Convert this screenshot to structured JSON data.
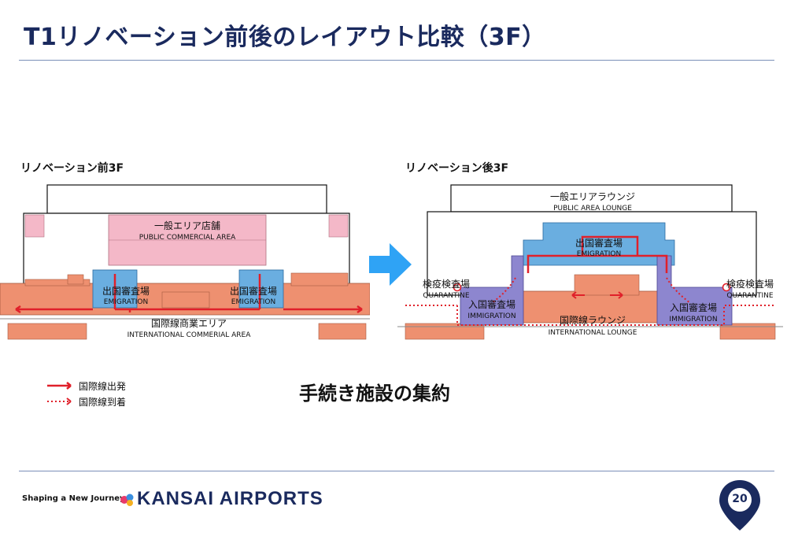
{
  "title": "T1リノベーション前後のレイアウト比較（3F）",
  "before": {
    "caption": "リノベーション前3F",
    "public_commercial": {
      "jp": "一般エリア店舗",
      "en": "PUBLIC COMMERCIAL AREA"
    },
    "emigration_left": {
      "jp": "出国審査場",
      "en": "EMIGRATION"
    },
    "emigration_right": {
      "jp": "出国審査場",
      "en": "EMIGRATION"
    },
    "intl_commercial": {
      "jp": "国際線商業エリア",
      "en": "INTERNATIONAL COMMERIAL AREA"
    }
  },
  "after": {
    "caption": "リノベーション後3F",
    "public_lounge": {
      "jp": "一般エリアラウンジ",
      "en": "PUBLIC AREA LOUNGE"
    },
    "emigration": {
      "jp": "出国審査場",
      "en": "EMIGRATION"
    },
    "quarantine_left": {
      "jp": "検疫検査場",
      "en": "QUARANTINE"
    },
    "quarantine_right": {
      "jp": "検疫検査場",
      "en": "QUARANTINE"
    },
    "immigration_left": {
      "jp": "入国審査場",
      "en": "IMMIGRATION"
    },
    "immigration_right": {
      "jp": "入国審査場",
      "en": "IMMIGRATION"
    },
    "intl_lounge": {
      "jp": "国際線ラウンジ",
      "en": "INTERNATIONAL LOUNGE"
    }
  },
  "legend": {
    "departure": "国際線出発",
    "arrival": "国際線到着"
  },
  "summary": "手続き施設の集約",
  "footer": {
    "slogan": "Shaping a New Journey",
    "brand": "KANSAI AIRPORTS",
    "page": "20"
  },
  "colors": {
    "title": "#1a2a5e",
    "public_pink": "#f4b8c8",
    "commercial_orange": "#ee9070",
    "emigration_blue": "#6aaee0",
    "immigration_purple": "#8d86cf",
    "route_red": "#e0202a",
    "arrow_blue": "#2fa3f5"
  }
}
